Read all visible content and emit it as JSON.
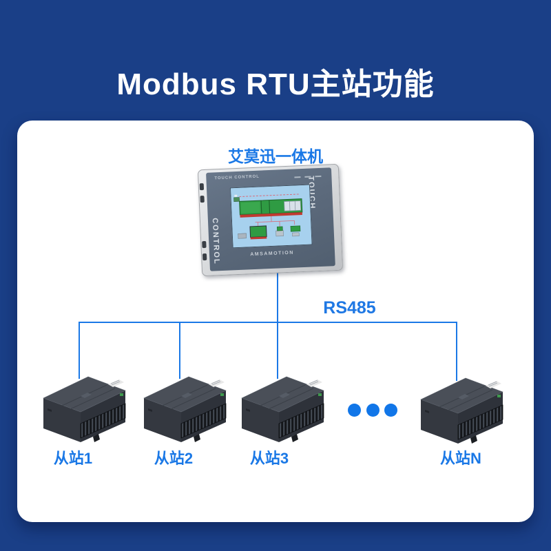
{
  "page": {
    "title": "Modbus RTU主站功能",
    "background_color": "#1a3f87",
    "card_color": "#ffffff",
    "accent_blue": "#1a78e6",
    "title_color": "#ffffff"
  },
  "hmi": {
    "label": "艾莫迅一体机",
    "top_text": "TOUCH CONTROL",
    "left_text": "CONTROL",
    "right_text": "TOUCH",
    "brand": "AMSAMOTION",
    "bezel_color": "#5c6a7c",
    "screen_color": "#a7d1ee"
  },
  "bus": {
    "label": "RS485",
    "line_color": "#1a78e6"
  },
  "slaves": [
    {
      "label": "从站1"
    },
    {
      "label": "从站2"
    },
    {
      "label": "从站3"
    },
    {
      "label": "从站N"
    }
  ]
}
